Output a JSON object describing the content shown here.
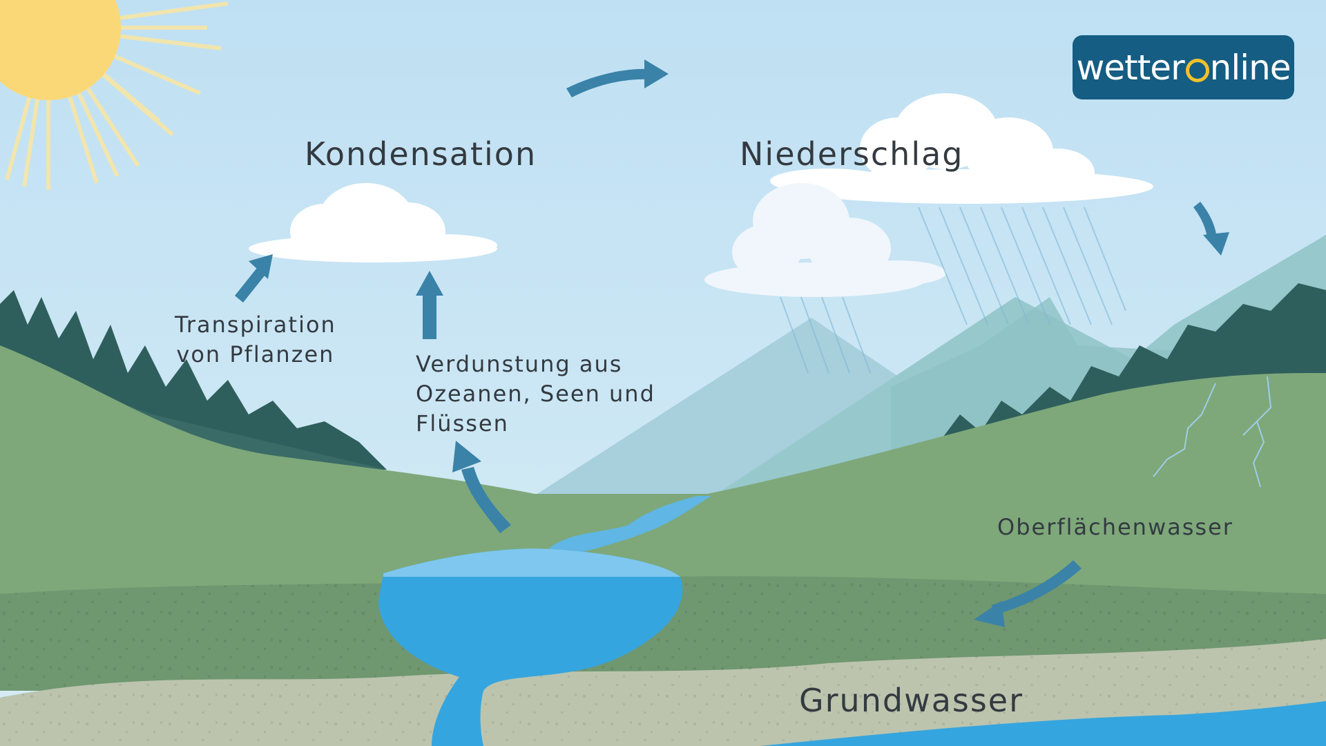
{
  "labels": {
    "kondensation": "Kondensation",
    "niederschlag": "Niederschlag",
    "transpiration": "Transpiration\nvon Pflanzen",
    "verdunstung": "Verdunstung aus\nOzeanen, Seen und\nFlüssen",
    "oberflaechenwasser": "Oberflächenwasser",
    "grundwasser": "Grundwasser"
  },
  "logo": {
    "text_before": "wetter",
    "text_after": "nline"
  },
  "colors": {
    "sky": "#bfe0f3",
    "sun": "#fbd877",
    "arrow": "#3a82a8",
    "water": "#35a5df",
    "meadow": "#7ea87a",
    "soil": "#bcc4ae",
    "mountain": "#97c8cc",
    "logo_bg": "#155d83",
    "logo_accent": "#f2c12e"
  }
}
